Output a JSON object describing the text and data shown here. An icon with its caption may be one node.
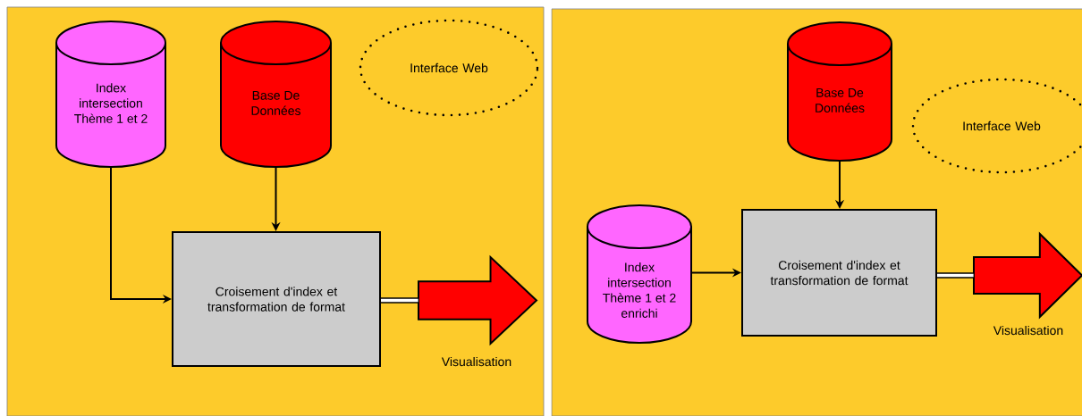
{
  "diagram": {
    "nodes": [
      {
        "text": [
          "Index intersection Thème 1 et 2"
        ]
      },
      {
        "text": [
          "Base De Données"
        ]
      },
      {
        "text": [
          "Interface Web"
        ]
      },
      {
        "text": [
          "Croisement d'index et transformation de format"
        ]
      },
      {
        "text": [],
        "shape": "arrow",
        "beside": [
          "Visualisation"
        ]
      },
      {
        "text": [
          "Base De Données"
        ]
      },
      {
        "text": [
          "Interface Web"
        ]
      },
      {
        "text": [
          "Index intersection Thème 1 et 2 enrichi"
        ]
      },
      {
        "text": [
          "Croisement d'index et transformation de format"
        ]
      },
      {
        "text": [],
        "shape": "arrow",
        "beside": [
          "Visualisation"
        ]
      }
    ],
    "edges": [
      {
        "from": 0,
        "to": 3,
        "arrow": "to"
      },
      {
        "from": 1,
        "to": 3,
        "arrow": "to"
      },
      {
        "from": 3,
        "to": 4,
        "arrow": "none",
        "style": "thick"
      },
      {
        "from": 5,
        "to": 8,
        "arrow": "to"
      },
      {
        "from": 7,
        "to": 8,
        "arrow": "to"
      },
      {
        "from": 8,
        "to": 9,
        "arrow": "none",
        "style": "thick"
      }
    ]
  }
}
